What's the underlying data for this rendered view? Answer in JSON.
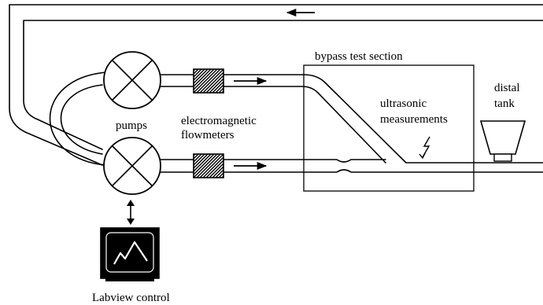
{
  "labels": {
    "bypass_test_section": "bypass test section",
    "distal": "distal",
    "tank": "tank",
    "ultrasonic": "ultrasonic",
    "measurements": "measurements",
    "pumps": "pumps",
    "electromagnetic": "electromagnetic",
    "flowmeters": "flowmeters",
    "labview_control": "Labview control"
  },
  "colors": {
    "line": "#000000",
    "background": "#ffffff"
  },
  "icons": {
    "pump": "circle-with-cross",
    "flowmeter": "hatched-box",
    "flow_arrow": "arrow-right",
    "return_arrow": "arrow-left",
    "signal": "lightning-bolt",
    "link": "double-headed-arrow",
    "monitor": "monitor-with-waveform"
  }
}
